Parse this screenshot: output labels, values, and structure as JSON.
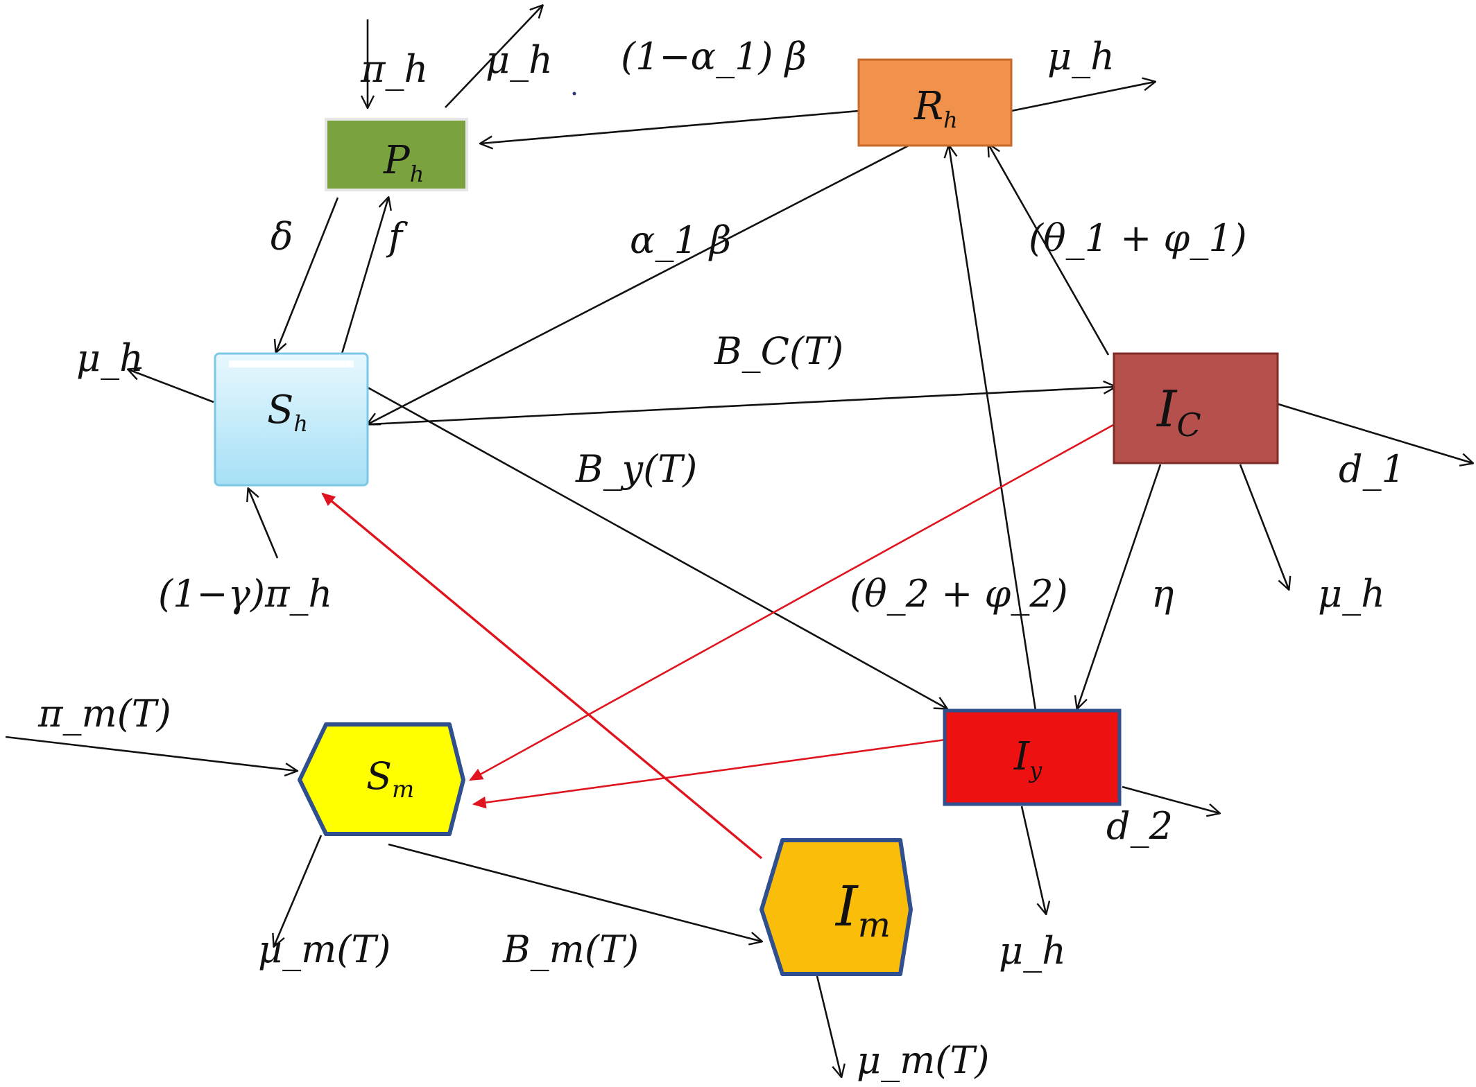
{
  "colors": {
    "edge": "#111111",
    "red_edge": "#e0141e",
    "Ph": "#7aa23f",
    "Rh": "#f0914c",
    "Sh": "#b9e8f8",
    "Ic": "#b5504d",
    "Iy": "#ee1111",
    "Sm": "#ffff00",
    "Im": "#f9bd0a",
    "node_border": "#2f4f8f"
  },
  "nodes": [
    {
      "id": "Ph",
      "base": "P",
      "sub": "h",
      "shape": "rect"
    },
    {
      "id": "Rh",
      "base": "R",
      "sub": "h",
      "shape": "rect"
    },
    {
      "id": "Sh",
      "base": "S",
      "sub": "h",
      "shape": "rect"
    },
    {
      "id": "Ic",
      "base": "I",
      "sub": "C",
      "shape": "rect"
    },
    {
      "id": "Iy",
      "base": "I",
      "sub": "y",
      "shape": "rect"
    },
    {
      "id": "Sm",
      "base": "S",
      "sub": "m",
      "shape": "hex"
    },
    {
      "id": "Im",
      "base": "I",
      "sub": "m",
      "shape": "hex"
    }
  ],
  "edge_labels": {
    "pi_h_in": "π_h",
    "mu_h_Ph": "μ_h",
    "one_minus_alpha_beta": "(1−α_1) β",
    "mu_h_Rh": "μ_h",
    "delta": "δ",
    "f": "f",
    "alpha_beta": "α_1 β",
    "theta1_phi1": "(θ_1 + φ_1)",
    "mu_h_Sh": "μ_h",
    "Bc": "B_C(T)",
    "By": "B_y(T)",
    "d1": "d_1",
    "one_minus_gamma_pi": "(1−γ)π_h",
    "theta2_phi2": "(θ_2 + φ_2)",
    "eta": "η",
    "mu_h_Ic": "μ_h",
    "pi_m": "π_m(T)",
    "d2": "d_2",
    "mu_m_Sm": "μ_m(T)",
    "Bm": "B_m(T)",
    "mu_h_Iy": "μ_h",
    "mu_m_Im": "μ_m(T)"
  }
}
